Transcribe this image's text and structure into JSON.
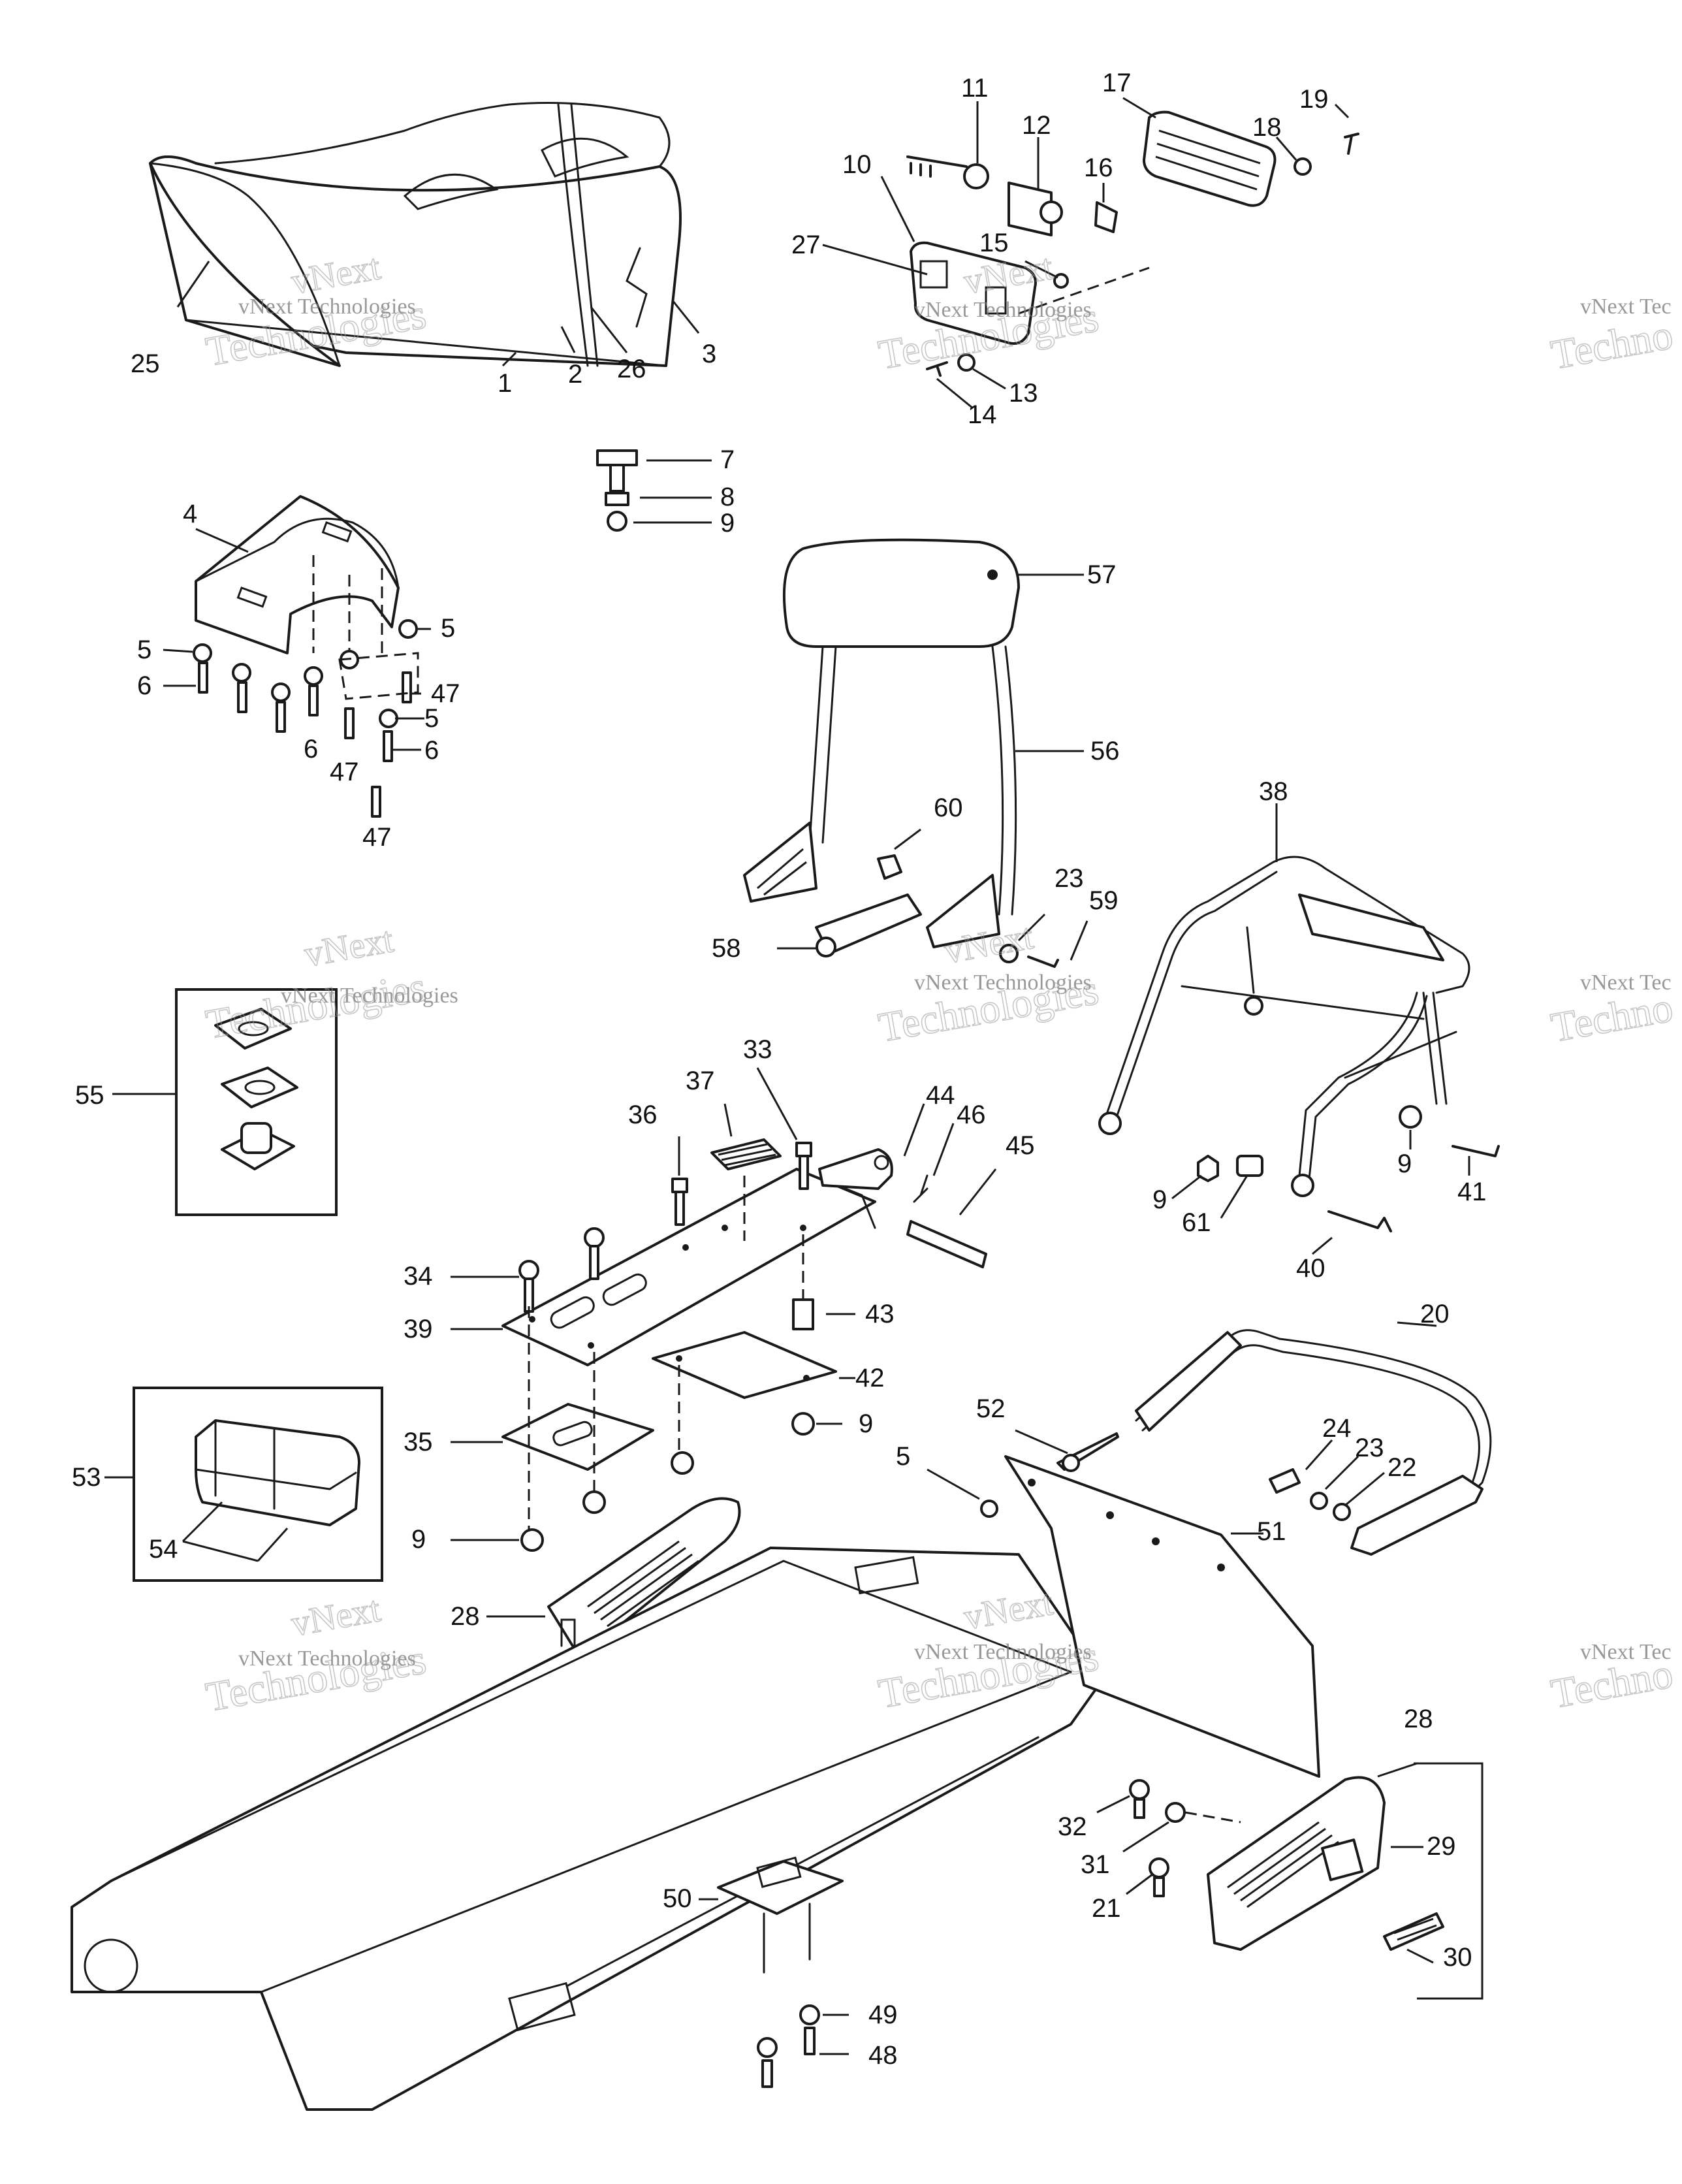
{
  "watermark": {
    "line1": "vNext Technologies",
    "line2": "vNext",
    "line3": "Technologies",
    "partial1": "vNext Tec",
    "partial2": "Techno",
    "partial3": "vNext Tec",
    "partial4": "Techno",
    "partial5": "vNext Tec",
    "partial6": "Techno"
  },
  "callouts": {
    "c1": "1",
    "c2": "2",
    "c3": "3",
    "c4": "4",
    "c5a": "5",
    "c5b": "5",
    "c5c": "5",
    "c5d": "5",
    "c6a": "6",
    "c6b": "6",
    "c6c": "6",
    "c7": "7",
    "c8": "8",
    "c9a": "9",
    "c9b": "9",
    "c9c": "9",
    "c9d": "9",
    "c9e": "9",
    "c10": "10",
    "c11": "11",
    "c12": "12",
    "c13": "13",
    "c14": "14",
    "c15": "15",
    "c16": "16",
    "c17": "17",
    "c18": "18",
    "c19": "19",
    "c20": "20",
    "c21": "21",
    "c22": "22",
    "c23a": "23",
    "c23b": "23",
    "c24": "24",
    "c25": "25",
    "c26": "26",
    "c27": "27",
    "c28a": "28",
    "c28b": "28",
    "c29": "29",
    "c30": "30",
    "c31": "31",
    "c32": "32",
    "c33": "33",
    "c34": "34",
    "c35": "35",
    "c36": "36",
    "c37": "37",
    "c38": "38",
    "c39": "39",
    "c40": "40",
    "c41": "41",
    "c42": "42",
    "c43": "43",
    "c44": "44",
    "c45": "45",
    "c46": "46",
    "c47a": "47",
    "c47b": "47",
    "c47c": "47",
    "c48": "48",
    "c49": "49",
    "c50": "50",
    "c51": "51",
    "c52": "52",
    "c53": "53",
    "c54": "54",
    "c55": "55",
    "c56": "56",
    "c57": "57",
    "c58": "58",
    "c59": "59",
    "c60": "60",
    "c61": "61"
  }
}
